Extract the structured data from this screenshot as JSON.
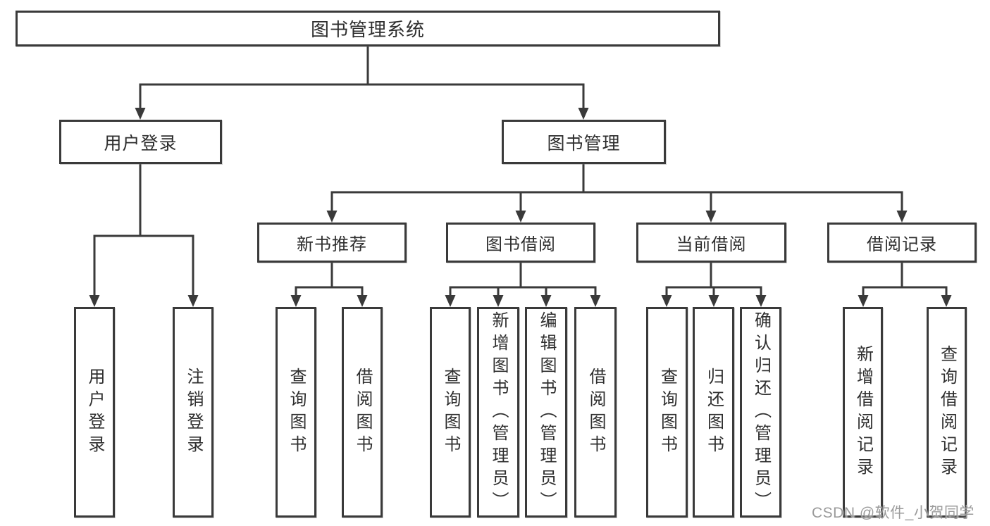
{
  "tree": {
    "root": "图书管理系统",
    "branches": [
      {
        "label": "用户登录",
        "leaves": [
          "用户登录",
          "注销登录"
        ]
      },
      {
        "label": "图书管理",
        "groups": [
          {
            "label": "新书推荐",
            "leaves": [
              "查询图书",
              "借阅图书"
            ]
          },
          {
            "label": "图书借阅",
            "leaves": [
              "查询图书",
              "新增图书（管理员）",
              "编辑图书（管理员）",
              "借阅图书"
            ]
          },
          {
            "label": "当前借阅",
            "leaves": [
              "查询图书",
              "归还图书",
              "确认归还（管理员）"
            ]
          },
          {
            "label": "借阅记录",
            "leaves": [
              "新增借阅记录",
              "查询借阅记录"
            ]
          }
        ]
      }
    ]
  },
  "watermark": "CSDN @软件_小贺同学",
  "colors": {
    "line": "#3a3a3a",
    "text": "#2e2e2e",
    "background": "#ffffff",
    "watermark": "#9b9b9b"
  }
}
